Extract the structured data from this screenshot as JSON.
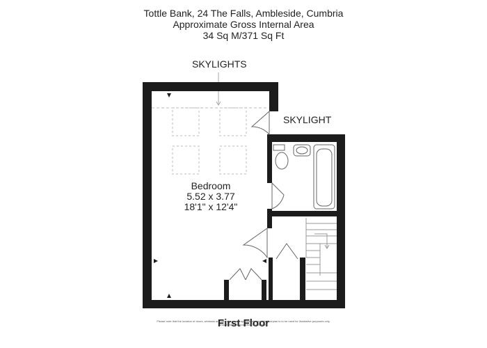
{
  "header": {
    "address": "Tottle Bank, 24 The Falls, Ambleside, Cumbria",
    "area_title": "Approximate Gross Internal Area",
    "area_value": "34 Sq M/371 Sq Ft"
  },
  "plan": {
    "skylights_label": "SKYLIGHTS",
    "skylight_label": "SKYLIGHT",
    "room": {
      "name": "Bedroom",
      "dims_metric": "5.52 x 3.77",
      "dims_imperial": "18'1\" x 12'4\""
    }
  },
  "footer": {
    "floor_label": "First Floor",
    "disclaimer": "Please note that the location of doors, windows and other items are approximate and this floorplan is to be used for illustrative purposes only. Unauthorised reproduction is prohibited."
  }
}
